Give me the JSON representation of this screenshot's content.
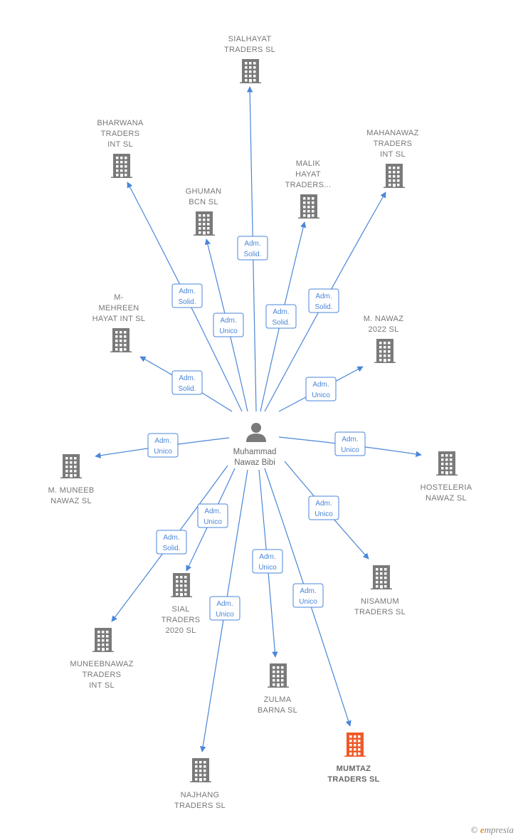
{
  "person": {
    "name_lines": [
      "Muhammad",
      "Nawaz Bibi"
    ]
  },
  "companies": [
    {
      "id": "sialhayat",
      "label": [
        "SIALHAYAT",
        "TRADERS SL"
      ],
      "role": [
        "Adm.",
        "Solid."
      ],
      "highlight": false
    },
    {
      "id": "bharwana",
      "label": [
        "BHARWANA",
        "TRADERS",
        "INT SL"
      ],
      "role": [
        "Adm.",
        "Solid."
      ],
      "highlight": false
    },
    {
      "id": "ghuman",
      "label": [
        "GHUMAN",
        "BCN SL"
      ],
      "role": [
        "Adm.",
        "Unico"
      ],
      "highlight": false
    },
    {
      "id": "malik",
      "label": [
        "MALIK",
        "HAYAT",
        "TRADERS..."
      ],
      "role": [
        "Adm.",
        "Solid."
      ],
      "highlight": false
    },
    {
      "id": "mahanawaz",
      "label": [
        "MAHANAWAZ",
        "TRADERS",
        "INT SL"
      ],
      "role": [
        "Adm.",
        "Solid."
      ],
      "highlight": false
    },
    {
      "id": "mehreen",
      "label": [
        "M-",
        "MEHREEN",
        "HAYAT INT SL"
      ],
      "role": [
        "Adm.",
        "Solid."
      ],
      "highlight": false
    },
    {
      "id": "mnawaz",
      "label": [
        "M. NAWAZ",
        "2022 SL"
      ],
      "role": [
        "Adm.",
        "Unico"
      ],
      "highlight": false
    },
    {
      "id": "mmuneeb",
      "label": [
        "M. MUNEEB",
        "NAWAZ SL"
      ],
      "role": [
        "Adm.",
        "Unico"
      ],
      "highlight": false
    },
    {
      "id": "hosteleria",
      "label": [
        "HOSTELERIA",
        "NAWAZ SL"
      ],
      "role": [
        "Adm.",
        "Unico"
      ],
      "highlight": false
    },
    {
      "id": "nisamum",
      "label": [
        "NISAMUM",
        "TRADERS SL"
      ],
      "role": [
        "Adm.",
        "Unico"
      ],
      "highlight": false
    },
    {
      "id": "sial2020",
      "label": [
        "SIAL",
        "TRADERS",
        "2020 SL"
      ],
      "role": [
        "Adm.",
        "Unico"
      ],
      "highlight": false
    },
    {
      "id": "muneebnawaz",
      "label": [
        "MUNEEBNAWAZ",
        "TRADERS",
        "INT SL"
      ],
      "role": [
        "Adm.",
        "Solid."
      ],
      "highlight": false
    },
    {
      "id": "zulma",
      "label": [
        "ZULMA",
        "BARNA SL"
      ],
      "role": [
        "Adm.",
        "Unico"
      ],
      "highlight": false
    },
    {
      "id": "mumtaz",
      "label": [
        "MUMTAZ",
        "TRADERS SL"
      ],
      "role": [
        "Adm.",
        "Unico"
      ],
      "highlight": true
    },
    {
      "id": "najhang",
      "label": [
        "NAJHANG",
        "TRADERS SL"
      ],
      "role": [
        "Adm.",
        "Unico"
      ],
      "highlight": false
    }
  ],
  "colors": {
    "edge": "#4a86d8",
    "building": "#7a7a7a",
    "building_highlight": "#f05a28",
    "person": "#7a7a7a"
  },
  "footer": {
    "copyright": "©",
    "brand_initial": "e",
    "brand_rest": "mpresia"
  }
}
